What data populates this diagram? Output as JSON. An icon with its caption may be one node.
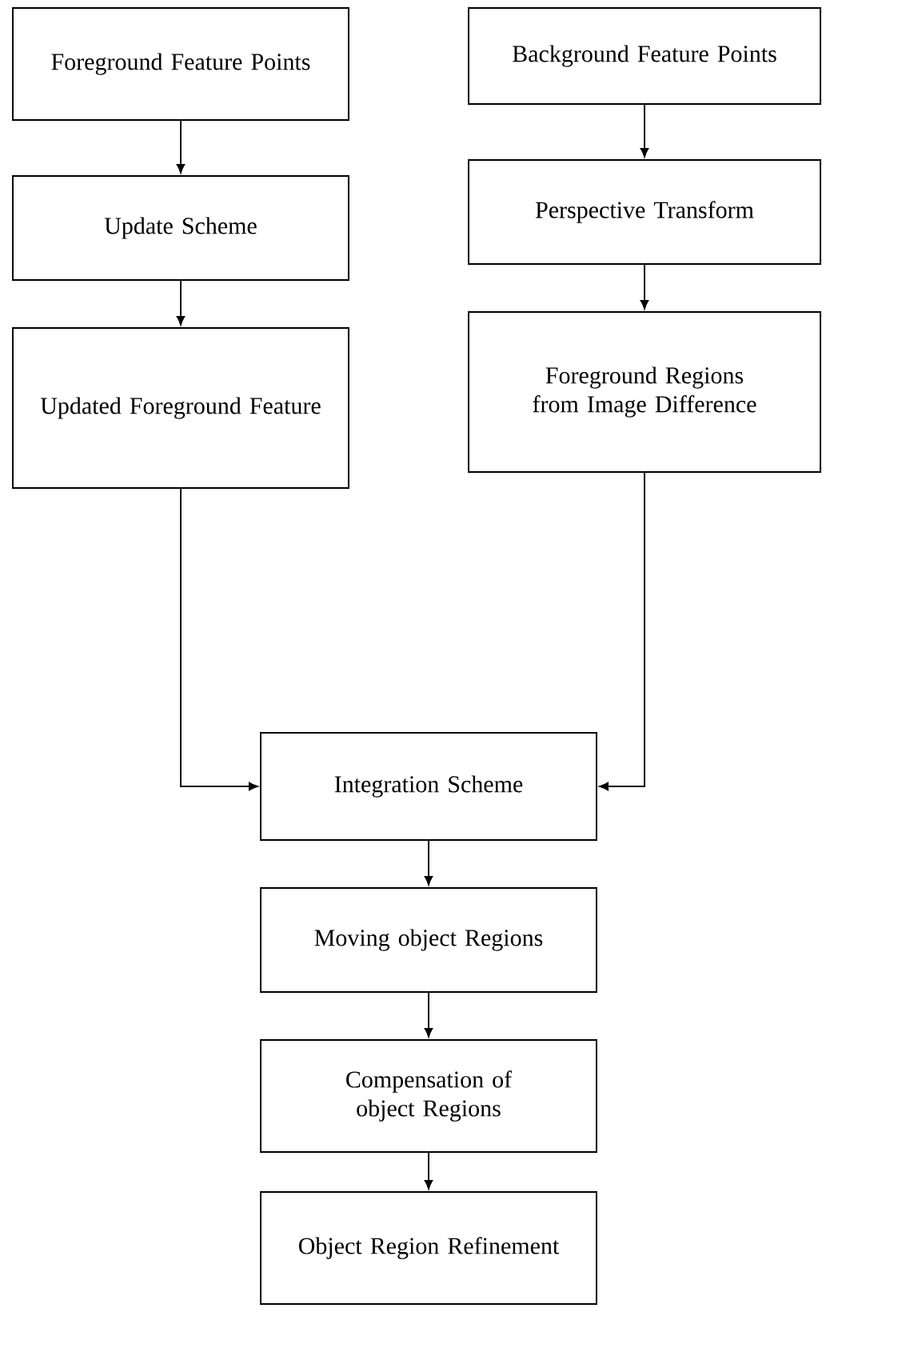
{
  "diagram": {
    "nodes": [
      {
        "text": [
          "Foreground Feature Points"
        ]
      },
      {
        "text": [
          "Background Feature Points"
        ]
      },
      {
        "text": [
          "Update Scheme"
        ]
      },
      {
        "text": [
          "Perspective Transform"
        ]
      },
      {
        "text": [
          "Updated Foreground Feature"
        ]
      },
      {
        "text": [
          "Foreground Regions from Image Difference"
        ]
      },
      {
        "text": [
          "Integration Scheme"
        ]
      },
      {
        "text": [
          "Moving object Regions"
        ]
      },
      {
        "text": [
          "Compensation of object Regions"
        ]
      },
      {
        "text": [
          "Object Region Refinement"
        ]
      }
    ],
    "edges": [
      {
        "from": 0,
        "to": 2,
        "arrow": "to"
      },
      {
        "from": 2,
        "to": 4,
        "arrow": "to"
      },
      {
        "from": 1,
        "to": 3,
        "arrow": "to"
      },
      {
        "from": 3,
        "to": 5,
        "arrow": "to"
      },
      {
        "from": 4,
        "to": 6,
        "arrow": "to"
      },
      {
        "from": 5,
        "to": 6,
        "arrow": "to"
      },
      {
        "from": 6,
        "to": 7,
        "arrow": "to"
      },
      {
        "from": 7,
        "to": 8,
        "arrow": "to"
      },
      {
        "from": 8,
        "to": 9,
        "arrow": "to"
      }
    ]
  }
}
